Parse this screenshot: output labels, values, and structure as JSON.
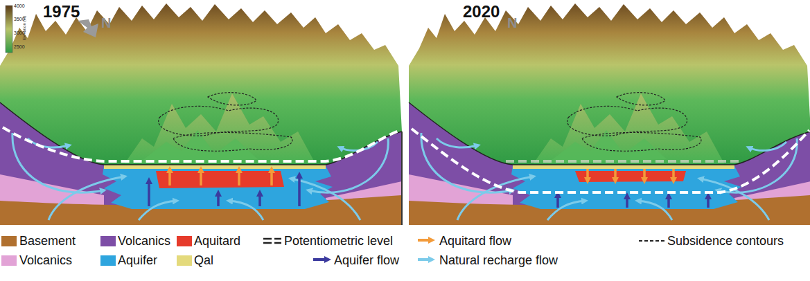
{
  "diagram": {
    "labels": [
      "1975",
      "2020",
      "4000",
      "3500",
      "3000",
      "2500",
      "Elevation (m)",
      "N",
      "N"
    ],
    "legend": [
      {
        "text": "Basement",
        "color": "#b0702f"
      },
      {
        "text": "Volcanics",
        "color": "#7d4ea6"
      },
      {
        "text": "Aquitard",
        "color": "#e63b2b"
      },
      {
        "text": "Potentiometric level"
      },
      {
        "text": "Aquitard flow"
      },
      {
        "text": "Subsidence contours"
      },
      {
        "text": "Volcanics",
        "color": "#e2a3d6"
      },
      {
        "text": "Aquifer",
        "color": "#2ea5de"
      },
      {
        "text": "Qal",
        "color": "#e4da7c"
      },
      {
        "text": "Aquifer flow"
      },
      {
        "text": "Natural recharge flow"
      }
    ]
  }
}
